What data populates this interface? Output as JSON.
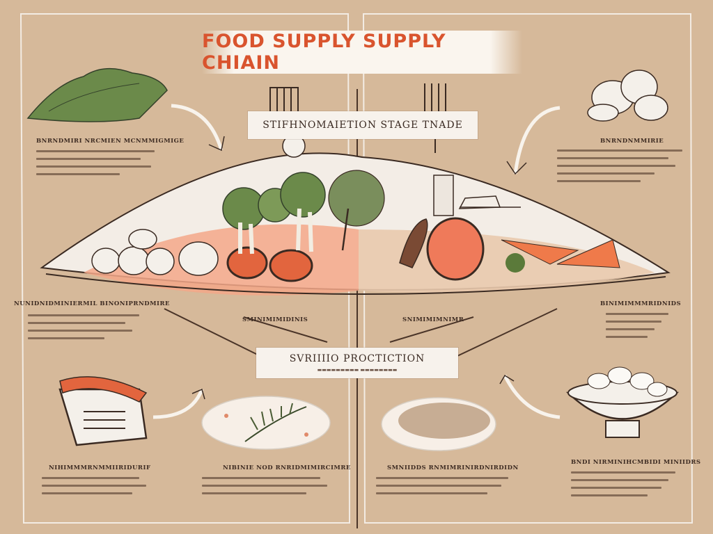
{
  "title": "FOOD SUPPLY SUPPLY CHIAIN",
  "stage_banner": "STIFHNOMAIETION STAGE TNADE",
  "production_banner": {
    "title": "SVRIIIIO PROCTICTION",
    "subtitle": "▬▬▬▬▬▬▬▬▬ ▬▬▬▬▬▬▬▬"
  },
  "labels": {
    "top_left": "BNRNDMIRI NRCMIEN MCNMMIGMIGE",
    "top_right": "BNRNDNMMIRIE",
    "mid_left": "NUNIDNIDMINIERMIL BINONIPRNDMIRE",
    "mid_right": "BINIMIMMMRIDNIDS",
    "center_left": "SMINIMIMIDINIS",
    "center_right": "SNIMIMIMNIMR",
    "bottom_left": "NIHIMMMRNMMIIRIDURIF",
    "bottom_center_left": "NIBINIE NOD RNRIDMIMIRCIMRE",
    "bottom_center_right": "SMNIIDDS RNMIMRINIRDNIRDIDN",
    "bottom_right": "BNDI NIRMINIHCMBIDI MINIIDRS"
  },
  "colors": {
    "background": "#d6b99a",
    "accent": "#d9542e",
    "ink": "#3a2a22"
  }
}
